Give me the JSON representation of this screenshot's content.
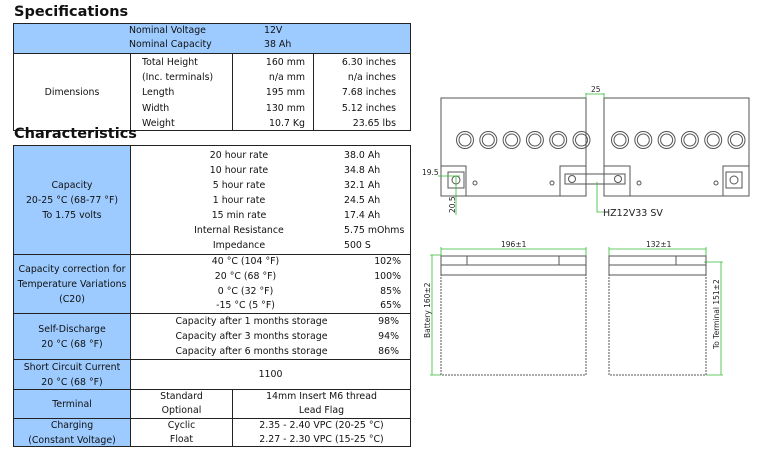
{
  "specifications": {
    "title": "Specifications",
    "nominal_voltage": {
      "label": "Nominal Voltage",
      "value": "12V"
    },
    "nominal_capacity": {
      "label": "Nominal Capacity",
      "value": "38 Ah"
    },
    "dimensions_label": "Dimensions",
    "dimensions": [
      {
        "name": "Total Height",
        "mm": "160 mm",
        "in": "6.30 inches"
      },
      {
        "name": "(Inc. terminals)",
        "mm": "n/a mm",
        "in": "n/a inches"
      },
      {
        "name": "Length",
        "mm": "195 mm",
        "in": "7.68 inches"
      },
      {
        "name": "Width",
        "mm": "130 mm",
        "in": "5.12 inches"
      },
      {
        "name": "Weight",
        "mm": "10.7 Kg",
        "in": "23.65 lbs"
      }
    ]
  },
  "characteristics": {
    "title": "Characteristics",
    "capacity": {
      "label": [
        "Capacity",
        "20-25 °C (68-77 °F)",
        "To 1.75 volts"
      ],
      "rows": [
        {
          "name": "20 hour rate",
          "value": "38.0 Ah"
        },
        {
          "name": "10 hour rate",
          "value": "34.8 Ah"
        },
        {
          "name": "5 hour rate",
          "value": "32.1 Ah"
        },
        {
          "name": "1 hour rate",
          "value": "24.5 Ah"
        },
        {
          "name": "15 min rate",
          "value": "17.4 Ah"
        },
        {
          "name": "Internal Resistance",
          "value": "5.75 mOhms"
        },
        {
          "name": "Impedance",
          "value": "500 S"
        }
      ]
    },
    "temperature": {
      "label": [
        "Capacity correction for",
        "Temperature Variations",
        "(C20)"
      ],
      "rows": [
        {
          "name": "40 °C (104 °F)",
          "value": "102%"
        },
        {
          "name": "20 °C (68 °F)",
          "value": "100%"
        },
        {
          "name": "0 °C (32 °F)",
          "value": "85%"
        },
        {
          "name": "-15 °C (5 °F)",
          "value": "65%"
        }
      ]
    },
    "self_discharge": {
      "label": [
        "Self-Discharge",
        "20 °C (68 °F)"
      ],
      "rows": [
        {
          "name": "Capacity after 1 months storage",
          "value": "98%"
        },
        {
          "name": "Capacity after 3 months storage",
          "value": "94%"
        },
        {
          "name": "Capacity after 6 months storage",
          "value": "86%"
        }
      ]
    },
    "short_circuit": {
      "label": [
        "Short Circuit Current",
        "20 °C (68 °F)"
      ],
      "value": "1100"
    },
    "terminal": {
      "label": "Terminal",
      "rows": [
        {
          "name": "Standard",
          "value": "14mm Insert M6 thread"
        },
        {
          "name": "Optional",
          "value": "Lead Flag"
        }
      ]
    },
    "charging": {
      "label": [
        "Charging",
        "(Constant Voltage)"
      ],
      "rows": [
        {
          "name": "Cyclic",
          "value": "2.35 - 2.40 VPC   (20-25 °C)"
        },
        {
          "name": "Float",
          "value": "2.27 - 2.30 VPC (15-25 °C)"
        }
      ]
    }
  },
  "drawing": {
    "gap": "25",
    "dim_a": "19.5",
    "dim_b": "20.5",
    "connector": "HZ12V33 SV",
    "length": "196±1",
    "width": "132±1",
    "battery_height": "Battery 160±2",
    "terminal_height": "To Terminal 151±2",
    "accent": "#33bb33"
  }
}
